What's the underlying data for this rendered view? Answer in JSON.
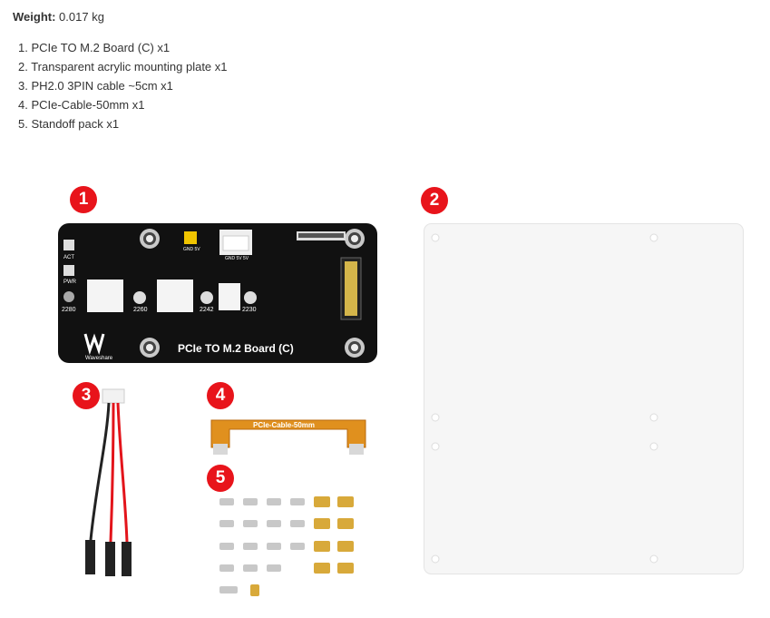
{
  "weight": {
    "label": "Weight:",
    "value": "0.017 kg"
  },
  "contents": [
    "1. PCIe TO M.2 Board (C) x1",
    "2. Transparent acrylic mounting plate x1",
    "3. PH2.0 3PIN cable ~5cm x1",
    "4. PCIe-Cable-50mm x1",
    "5. Standoff pack x1"
  ],
  "badges": [
    "1",
    "2",
    "3",
    "4",
    "5"
  ],
  "board": {
    "title": "PCIe TO M.2 Board (C)",
    "brand": "Waveshare",
    "led_act": "ACT",
    "led_pwr": "PWR",
    "jumper_label": "GND 5V",
    "connector_label": "GND 5V 5V",
    "sizes": [
      "2280",
      "2260",
      "2242",
      "2230"
    ]
  },
  "cable_label": "PCIe-Cable-50mm",
  "colors": {
    "badge": "#e8141b",
    "board": "#111111",
    "flex": "#e0901e"
  }
}
